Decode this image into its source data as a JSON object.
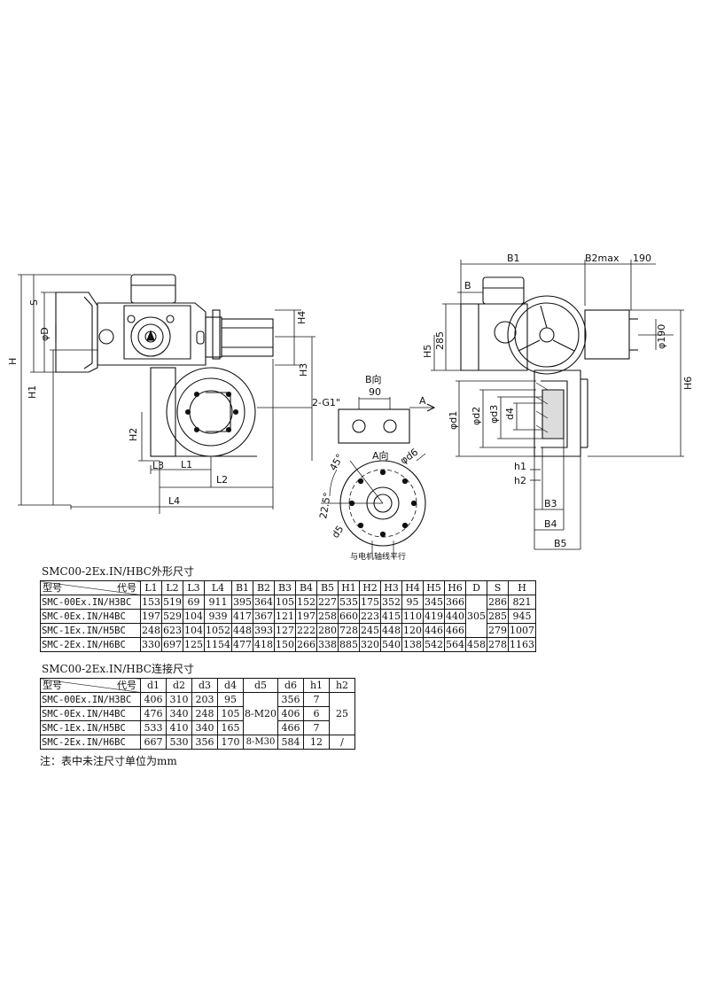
{
  "drawing": {
    "dim_labels": {
      "S": "S",
      "H": "H",
      "H1": "H1",
      "H2": "H2",
      "H3": "H3",
      "H4": "H4",
      "D": "φD",
      "L1": "L1",
      "L2": "L2",
      "L3": "L3",
      "L4": "L4",
      "G1": "2-G1\"",
      "A_arrow": "A",
      "B_view": "B向",
      "B_view_w": "90",
      "A_view": "A向",
      "d6": "φd6",
      "angle45": "45°",
      "angle225": "22.5°",
      "d5": "d5",
      "motor_note": "与电机轴线平行",
      "B1": "B1",
      "B2max": "B2max",
      "r190": "190",
      "B": "B",
      "h285": "285",
      "H5": "H5",
      "phi190": "φ190",
      "H6": "H6",
      "d1": "φd1",
      "d2": "φd2",
      "d3": "φd3",
      "d4": "d4",
      "h1": "h1",
      "h2": "h2",
      "B3": "B3",
      "B4": "B4",
      "B5": "B5"
    }
  },
  "table1": {
    "title": "SMC00-2Ex.IN/HBC外形尺寸",
    "corner_a": "型号",
    "corner_b": "代号",
    "headers": [
      "L1",
      "L2",
      "L3",
      "L4",
      "B1",
      "B2",
      "B3",
      "B4",
      "B5",
      "H1",
      "H2",
      "H3",
      "H4",
      "H5",
      "H6",
      "D",
      "S",
      "H"
    ],
    "rows": [
      {
        "model": "SMC-00Ex.IN/H3BC",
        "vals": [
          "153",
          "519",
          "69",
          "911",
          "395",
          "364",
          "105",
          "152",
          "227",
          "535",
          "175",
          "352",
          "95",
          "345",
          "366",
          "",
          "286",
          "821"
        ]
      },
      {
        "model": "SMC-0Ex.IN/H4BC",
        "vals": [
          "197",
          "529",
          "104",
          "939",
          "417",
          "367",
          "121",
          "197",
          "258",
          "660",
          "223",
          "415",
          "110",
          "419",
          "440",
          "305",
          "285",
          "945"
        ]
      },
      {
        "model": "SMC-1Ex.IN/H5BC",
        "vals": [
          "248",
          "623",
          "104",
          "1052",
          "448",
          "393",
          "127",
          "222",
          "280",
          "728",
          "245",
          "448",
          "120",
          "446",
          "466",
          "",
          "279",
          "1007"
        ]
      },
      {
        "model": "SMC-2Ex.IN/H6BC",
        "vals": [
          "330",
          "697",
          "125",
          "1154",
          "477",
          "418",
          "150",
          "266",
          "338",
          "885",
          "320",
          "540",
          "138",
          "542",
          "564",
          "458",
          "278",
          "1163"
        ]
      }
    ]
  },
  "table2": {
    "title": "SMC00-2Ex.IN/HBC连接尺寸",
    "corner_a": "型号",
    "corner_b": "代号",
    "headers": [
      "d1",
      "d2",
      "d3",
      "d4",
      "d5",
      "d6",
      "h1",
      "h2"
    ],
    "rows": [
      {
        "model": "SMC-00Ex.IN/H3BC",
        "d1": "406",
        "d2": "310",
        "d3": "203",
        "d4": "95",
        "d6": "356",
        "h1": "7"
      },
      {
        "model": "SMC-0Ex.IN/H4BC",
        "d1": "476",
        "d2": "340",
        "d3": "248",
        "d4": "105",
        "d6": "406",
        "h1": "6"
      },
      {
        "model": "SMC-1Ex.IN/H5BC",
        "d1": "533",
        "d2": "410",
        "d3": "340",
        "d4": "165",
        "d6": "466",
        "h1": "7"
      },
      {
        "model": "SMC-2Ex.IN/H6BC",
        "d1": "667",
        "d2": "530",
        "d3": "356",
        "d4": "170",
        "d6": "584",
        "h1": "12"
      }
    ],
    "d5_a": "8-M20",
    "d5_b": "8-M30",
    "h2_a": "25",
    "h2_b": "/"
  },
  "note": "注：表中未注尺寸单位为mm"
}
